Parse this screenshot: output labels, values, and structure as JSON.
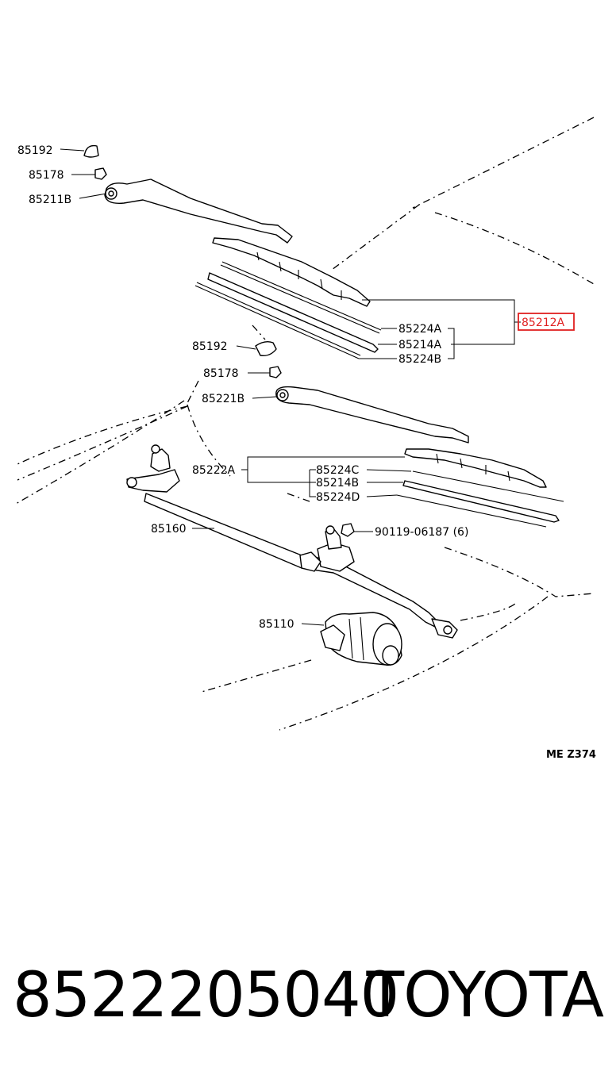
{
  "callouts": {
    "c1": "85192",
    "c2": "85178",
    "c3": "85211B",
    "c4": "85224A",
    "c5": "85214A",
    "c6": "85224B",
    "c7": "85212A",
    "c8": "85192",
    "c9": "85178",
    "c10": "85221B",
    "c11": "85222A",
    "c12": "85224C",
    "c13": "85214B",
    "c14": "85224D",
    "c15": "85160",
    "c16": "90119-06187 (6)",
    "c17": "85110"
  },
  "diagram_code": "ME  Z374",
  "footer": {
    "part_number": "8522205040",
    "brand": "TOYOTA"
  },
  "colors": {
    "highlight": "#e02020",
    "ink": "#000000"
  }
}
